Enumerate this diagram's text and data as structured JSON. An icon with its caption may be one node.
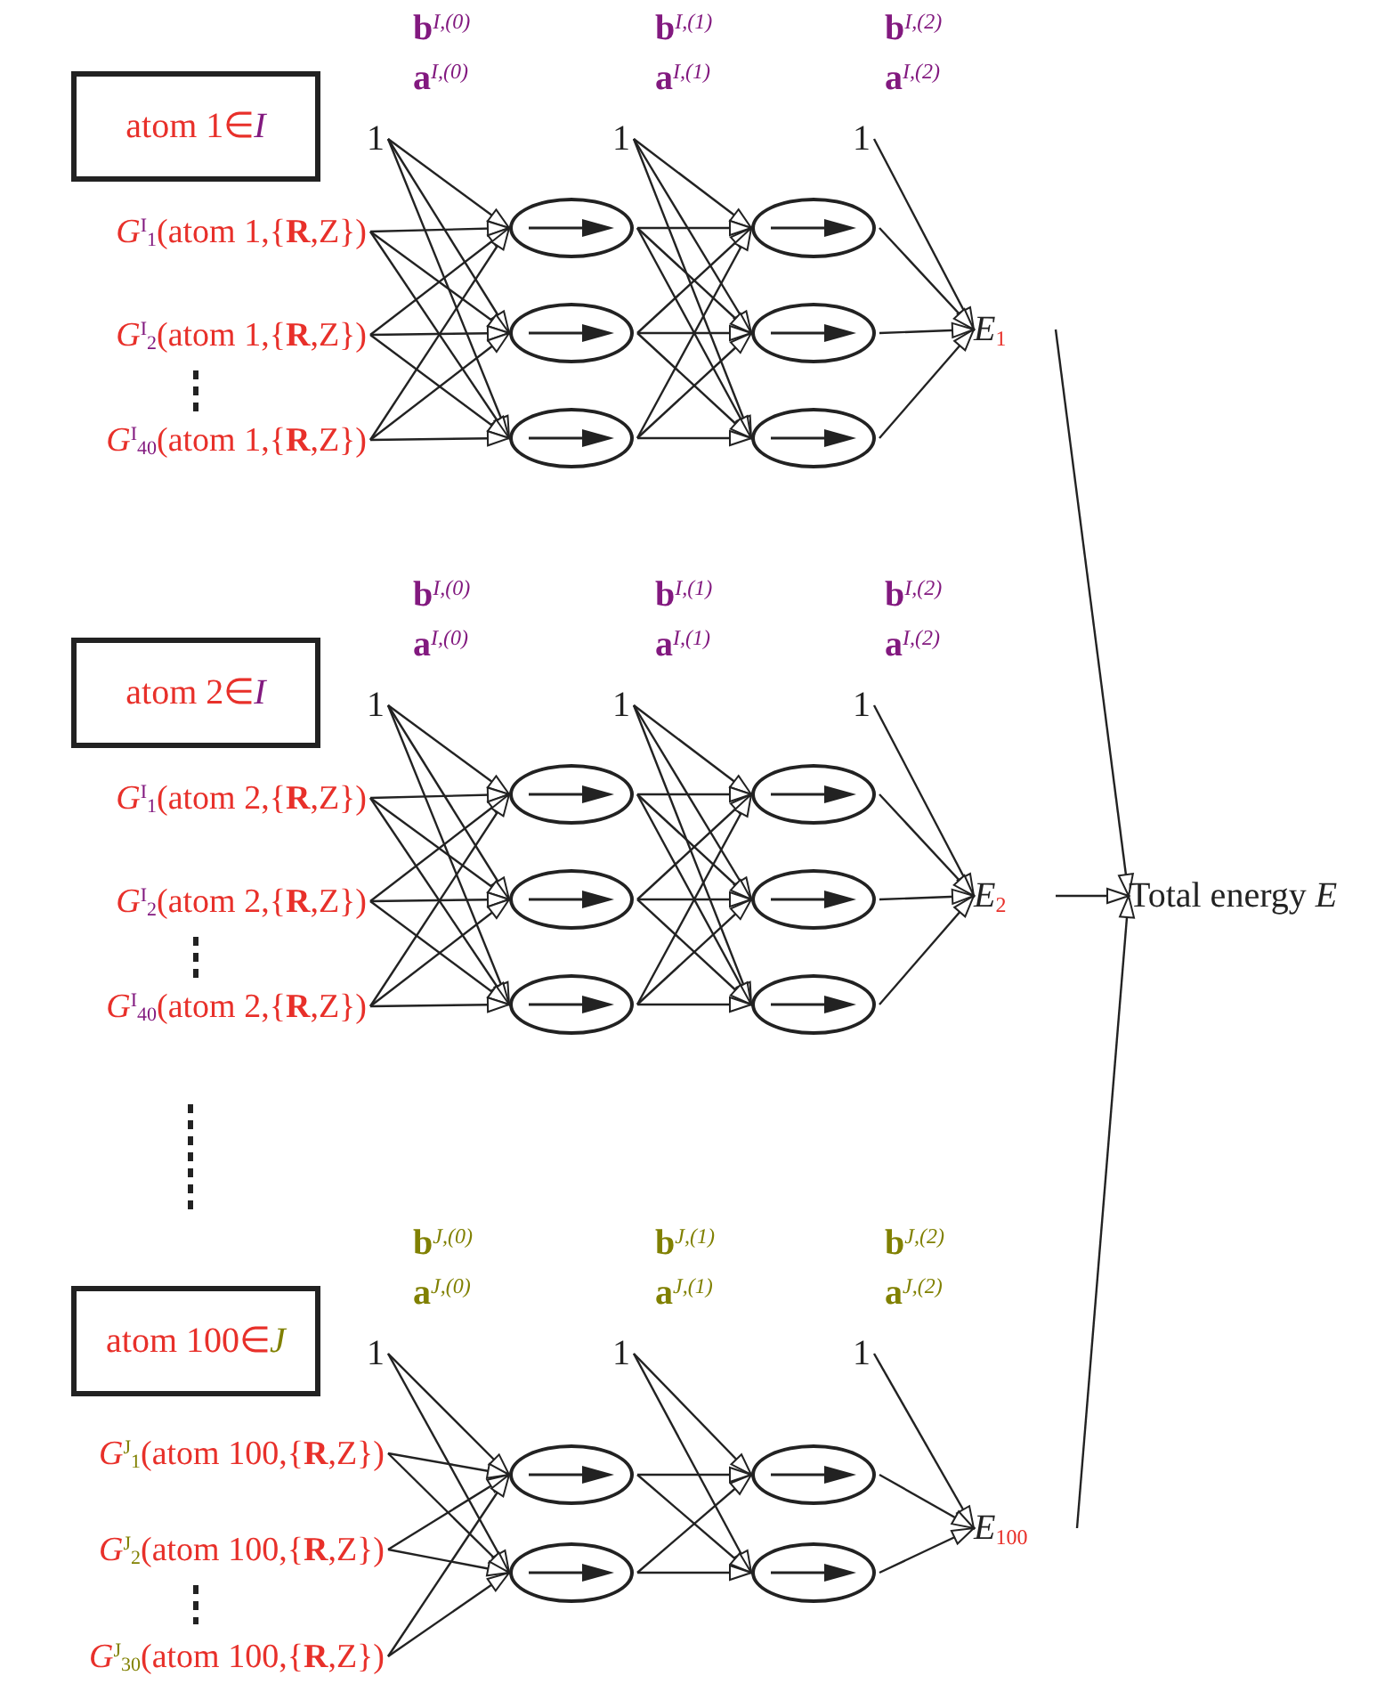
{
  "diagram": {
    "nodes": [
      {
        "text": [
          "atom 1∈*I*"
        ]
      },
      {
        "text": [
          "1"
        ]
      },
      {
        "text": [
          "1"
        ]
      },
      {
        "text": [
          "1"
        ]
      },
      {
        "text": [
          "*G*$^{I}$$_{1}$(atom 1,{**R**,Z})"
        ]
      },
      {
        "text": [
          "*G*$^{I}$$_{2}$(atom 1,{**R**,Z})"
        ]
      },
      {
        "text": [
          "*G*$^{I}$$_{40}$(atom 1,{**R**,Z})"
        ]
      },
      {
        "text": [],
        "shape": "ellipse"
      },
      {
        "text": [],
        "shape": "ellipse"
      },
      {
        "text": [],
        "shape": "ellipse"
      },
      {
        "text": [],
        "shape": "ellipse"
      },
      {
        "text": [],
        "shape": "ellipse"
      },
      {
        "text": [],
        "shape": "ellipse"
      },
      {
        "text": [
          "*E*$_{1}$"
        ]
      },
      {
        "text": [
          "atom 2∈*I*"
        ]
      },
      {
        "text": [
          "1"
        ]
      },
      {
        "text": [
          "1"
        ]
      },
      {
        "text": [
          "1"
        ]
      },
      {
        "text": [
          "*G*$^{I}$$_{1}$(atom 2,{**R**,Z})"
        ]
      },
      {
        "text": [
          "*G*$^{I}$$_{2}$(atom 2,{**R**,Z})"
        ]
      },
      {
        "text": [
          "*G*$^{I}$$_{40}$(atom 2,{**R**,Z})"
        ]
      },
      {
        "text": [],
        "shape": "ellipse"
      },
      {
        "text": [],
        "shape": "ellipse"
      },
      {
        "text": [],
        "shape": "ellipse"
      },
      {
        "text": [],
        "shape": "ellipse"
      },
      {
        "text": [],
        "shape": "ellipse"
      },
      {
        "text": [],
        "shape": "ellipse"
      },
      {
        "text": [
          "*E*$_{2}$"
        ]
      },
      {
        "text": [
          "atom 100∈*J*"
        ]
      },
      {
        "text": [
          "1"
        ]
      },
      {
        "text": [
          "1"
        ]
      },
      {
        "text": [
          "1"
        ]
      },
      {
        "text": [
          "*G*$^{J}$$_{1}$(atom 100,{**R**,Z})"
        ]
      },
      {
        "text": [
          "*G*$^{J}$$_{2}$(atom 100,{**R**,Z})"
        ]
      },
      {
        "text": [
          "*G*$^{J}$$_{30}$(atom 100,{**R**,Z})"
        ]
      },
      {
        "text": [],
        "shape": "ellipse"
      },
      {
        "text": [],
        "shape": "ellipse"
      },
      {
        "text": [],
        "shape": "ellipse"
      },
      {
        "text": [],
        "shape": "ellipse"
      },
      {
        "text": [
          "*E*$_{100}$"
        ]
      },
      {
        "text": [
          "Total energy *E*"
        ]
      }
    ],
    "edges": [
      {
        "from": 1,
        "to": 7,
        "arrow": "to"
      },
      {
        "from": 1,
        "to": 8,
        "arrow": "to"
      },
      {
        "from": 1,
        "to": 9,
        "arrow": "to"
      },
      {
        "from": 4,
        "to": 7,
        "arrow": "to"
      },
      {
        "from": 4,
        "to": 8,
        "arrow": "to"
      },
      {
        "from": 4,
        "to": 9,
        "arrow": "to"
      },
      {
        "from": 5,
        "to": 7,
        "arrow": "to"
      },
      {
        "from": 5,
        "to": 8,
        "arrow": "to"
      },
      {
        "from": 5,
        "to": 9,
        "arrow": "to"
      },
      {
        "from": 6,
        "to": 7,
        "arrow": "to"
      },
      {
        "from": 6,
        "to": 8,
        "arrow": "to"
      },
      {
        "from": 6,
        "to": 9,
        "arrow": "to"
      },
      {
        "from": 2,
        "to": 10,
        "arrow": "to"
      },
      {
        "from": 2,
        "to": 11,
        "arrow": "to"
      },
      {
        "from": 2,
        "to": 12,
        "arrow": "to"
      },
      {
        "from": 7,
        "to": 10,
        "arrow": "to"
      },
      {
        "from": 7,
        "to": 11,
        "arrow": "to"
      },
      {
        "from": 7,
        "to": 12,
        "arrow": "to"
      },
      {
        "from": 8,
        "to": 10,
        "arrow": "to"
      },
      {
        "from": 8,
        "to": 11,
        "arrow": "to"
      },
      {
        "from": 8,
        "to": 12,
        "arrow": "to"
      },
      {
        "from": 9,
        "to": 10,
        "arrow": "to"
      },
      {
        "from": 9,
        "to": 11,
        "arrow": "to"
      },
      {
        "from": 9,
        "to": 12,
        "arrow": "to"
      },
      {
        "from": 3,
        "to": 13,
        "arrow": "to"
      },
      {
        "from": 10,
        "to": 13,
        "arrow": "to"
      },
      {
        "from": 11,
        "to": 13,
        "arrow": "to"
      },
      {
        "from": 12,
        "to": 13,
        "arrow": "to"
      },
      {
        "from": 15,
        "to": 21,
        "arrow": "to"
      },
      {
        "from": 15,
        "to": 22,
        "arrow": "to"
      },
      {
        "from": 15,
        "to": 23,
        "arrow": "to"
      },
      {
        "from": 18,
        "to": 21,
        "arrow": "to"
      },
      {
        "from": 18,
        "to": 22,
        "arrow": "to"
      },
      {
        "from": 18,
        "to": 23,
        "arrow": "to"
      },
      {
        "from": 19,
        "to": 21,
        "arrow": "to"
      },
      {
        "from": 19,
        "to": 22,
        "arrow": "to"
      },
      {
        "from": 19,
        "to": 23,
        "arrow": "to"
      },
      {
        "from": 20,
        "to": 21,
        "arrow": "to"
      },
      {
        "from": 20,
        "to": 22,
        "arrow": "to"
      },
      {
        "from": 20,
        "to": 23,
        "arrow": "to"
      },
      {
        "from": 16,
        "to": 24,
        "arrow": "to"
      },
      {
        "from": 16,
        "to": 25,
        "arrow": "to"
      },
      {
        "from": 16,
        "to": 26,
        "arrow": "to"
      },
      {
        "from": 21,
        "to": 24,
        "arrow": "to"
      },
      {
        "from": 21,
        "to": 25,
        "arrow": "to"
      },
      {
        "from": 21,
        "to": 26,
        "arrow": "to"
      },
      {
        "from": 22,
        "to": 24,
        "arrow": "to"
      },
      {
        "from": 22,
        "to": 25,
        "arrow": "to"
      },
      {
        "from": 22,
        "to": 26,
        "arrow": "to"
      },
      {
        "from": 23,
        "to": 24,
        "arrow": "to"
      },
      {
        "from": 23,
        "to": 25,
        "arrow": "to"
      },
      {
        "from": 23,
        "to": 26,
        "arrow": "to"
      },
      {
        "from": 17,
        "to": 27,
        "arrow": "to"
      },
      {
        "from": 24,
        "to": 27,
        "arrow": "to"
      },
      {
        "from": 25,
        "to": 27,
        "arrow": "to"
      },
      {
        "from": 26,
        "to": 27,
        "arrow": "to"
      },
      {
        "from": 29,
        "to": 35,
        "arrow": "to"
      },
      {
        "from": 29,
        "to": 36,
        "arrow": "to"
      },
      {
        "from": 32,
        "to": 35,
        "arrow": "to"
      },
      {
        "from": 32,
        "to": 36,
        "arrow": "to"
      },
      {
        "from": 33,
        "to": 35,
        "arrow": "to"
      },
      {
        "from": 33,
        "to": 36,
        "arrow": "to"
      },
      {
        "from": 34,
        "to": 35,
        "arrow": "to"
      },
      {
        "from": 34,
        "to": 36,
        "arrow": "to"
      },
      {
        "from": 30,
        "to": 37,
        "arrow": "to"
      },
      {
        "from": 30,
        "to": 38,
        "arrow": "to"
      },
      {
        "from": 35,
        "to": 37,
        "arrow": "to"
      },
      {
        "from": 35,
        "to": 38,
        "arrow": "to"
      },
      {
        "from": 36,
        "to": 37,
        "arrow": "to"
      },
      {
        "from": 36,
        "to": 38,
        "arrow": "to"
      },
      {
        "from": 31,
        "to": 39,
        "arrow": "to"
      },
      {
        "from": 37,
        "to": 39,
        "arrow": "to"
      },
      {
        "from": 38,
        "to": 39,
        "arrow": "to"
      },
      {
        "from": 13,
        "to": 40,
        "arrow": "to"
      },
      {
        "from": 27,
        "to": 40,
        "arrow": "to"
      },
      {
        "from": 39,
        "to": 40,
        "arrow": "to"
      }
    ],
    "labels": [
      "**b**$^{I,(0)}$",
      "**b**$^{I,(1)}$",
      "**b**$^{I,(2)}$",
      "**a**$^{I,(0)}$",
      "**a**$^{I,(1)}$",
      "**a**$^{I,(2)}$",
      "**b**$^{I,(0)}$",
      "**b**$^{I,(1)}$",
      "**b**$^{I,(2)}$",
      "**a**$^{I,(0)}$",
      "**a**$^{I,(1)}$",
      "**a**$^{I,(2)}$",
      "**b**$^{J,(0)}$",
      "**b**$^{J,(1)}$",
      "**b**$^{J,(2)}$",
      "**a**$^{J,(0)}$",
      "**a**$^{J,(1)}$",
      "**a**$^{J,(2)}$"
    ]
  }
}
